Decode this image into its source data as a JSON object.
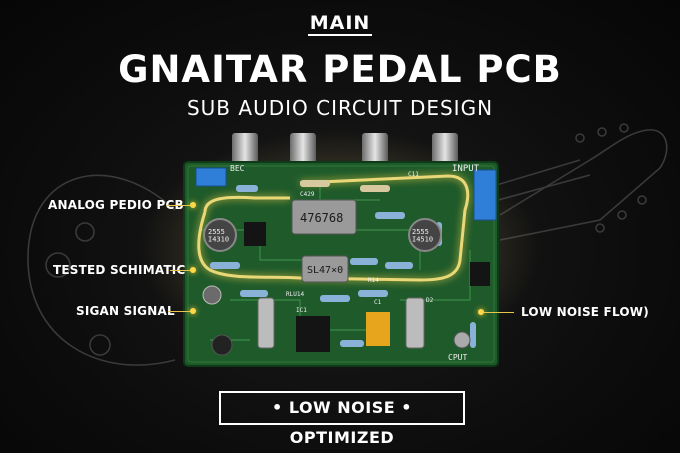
{
  "header": {
    "main": "MAIN",
    "title": "GNAITAR PEDAL PCB",
    "subtitle": "SUB AUDIO CIRCUIT DESIGN"
  },
  "callouts": {
    "left": [
      "ANALOG PEDIO PCB",
      "TESTED SCHIMATIC",
      "SIGAN SIGNAL"
    ],
    "right": "LOW NOISE FLOW)"
  },
  "board": {
    "top_left_label": "BEC",
    "input_label": "INPUT",
    "output_label": "CPUT",
    "chip_large": "476768",
    "chip_small": "SL47×0",
    "transistor_left": "2555\nI4310",
    "transistor_right": "2555\nI4510",
    "ref_c429": "C429",
    "ref_c11": "C11",
    "ref_r14": "R14",
    "ref_ic1": "IC1",
    "ref_d2": "D2",
    "ref_c1": "C1",
    "ref_rlu": "RLU14"
  },
  "badge": "• LOW NOISE • OPTIMIZED",
  "colors": {
    "pcb": "#1f5a2a",
    "accent": "#ffd84a",
    "background": "#0d0d0d"
  }
}
